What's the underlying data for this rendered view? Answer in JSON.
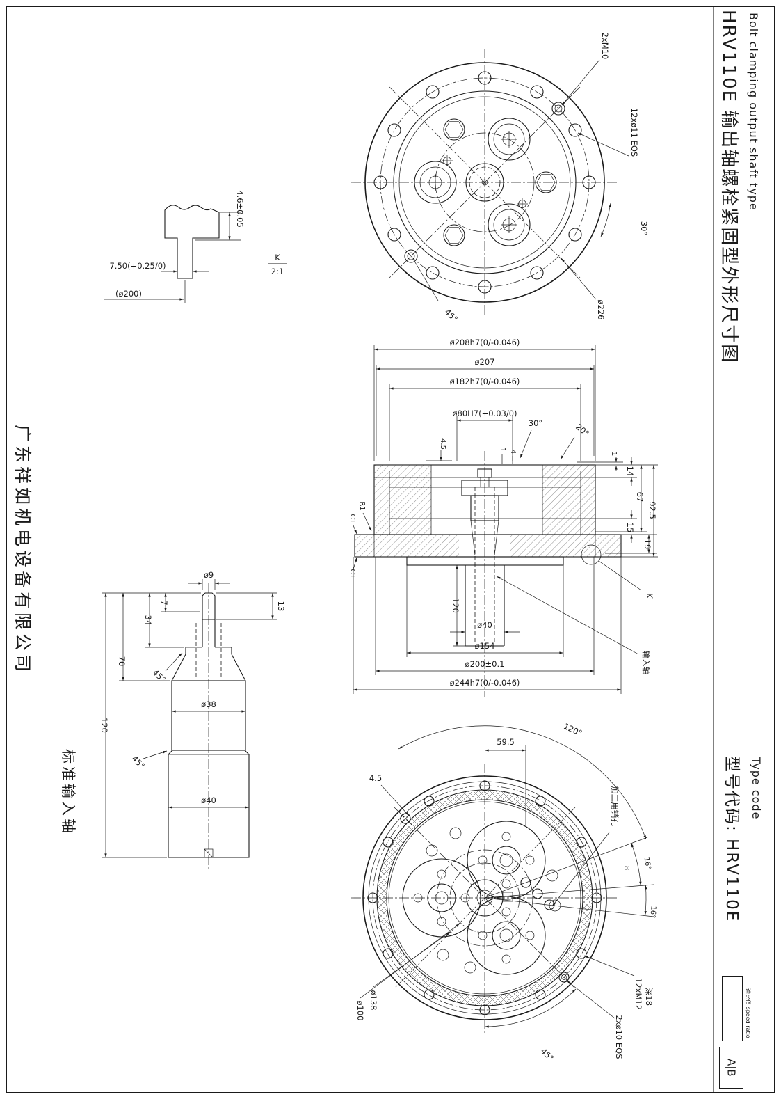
{
  "colors": {
    "ink": "#1a1a1a",
    "paper": "#ffffff"
  },
  "titles": {
    "main_cn": "HRV110E 输出轴螺栓紧固型外形尺寸图",
    "main_en": "Bolt clamping output shaft type",
    "company": "广东祥如机电设备有限公司",
    "std_input_shaft": "标准输入轴"
  },
  "type_code": {
    "cn": "型号代码: HRV110E",
    "en": "Type code",
    "ratio_cn": "速比值",
    "ratio_en": "speed ratio",
    "variant": "A|B"
  },
  "front_view": {
    "m10": "2xM10",
    "holes": "12xø11 EQS",
    "a30": "30°",
    "d226": "ø226",
    "a45": "45°"
  },
  "detail_k": {
    "d46": "4.6±0.05",
    "d75": "7.50(+0.25/0)",
    "d200": "(ø200)",
    "k": "K",
    "scale": "2:1"
  },
  "section_view": {
    "d208": "ø208h7(0/-0.046)",
    "d207": "ø207",
    "d182": "ø182h7(0/-0.046)",
    "d80": "ø80H7(+0.03/0)",
    "a30": "30°",
    "a20": "20°",
    "d45": "4.5",
    "d1a": "1",
    "d4": "4",
    "d1b": "1",
    "d14": "14",
    "d67": "67",
    "d925": "92.5",
    "d15": "15",
    "d19": "19",
    "r1": "R1",
    "c1a": "C1",
    "c1b": "C1",
    "d120": "120",
    "d40": "ø40",
    "d154": "ø154",
    "d200": "ø200±0.1",
    "d244": "ø244h7(0/-0.046)",
    "k": "K",
    "input_shaft": "输入轴"
  },
  "rear_view": {
    "a120": "120°",
    "d595": "59.5",
    "d45_small": "4.5",
    "pin_holes": "加工用销孔",
    "d8": "8",
    "a16a": "16°",
    "a16b": "16°",
    "m12": "12xM12",
    "m12_depth": "深18",
    "d10": "2xø10 EQS",
    "a45": "45°",
    "d138": "ø138",
    "d100": "ø100"
  },
  "shaft_view": {
    "d9": "ø9",
    "d7": "7",
    "d13": "13",
    "d34": "34",
    "d70": "70",
    "d120": "120",
    "a45a": "45°",
    "d38": "ø38",
    "a45b": "45°",
    "d40": "ø40"
  }
}
